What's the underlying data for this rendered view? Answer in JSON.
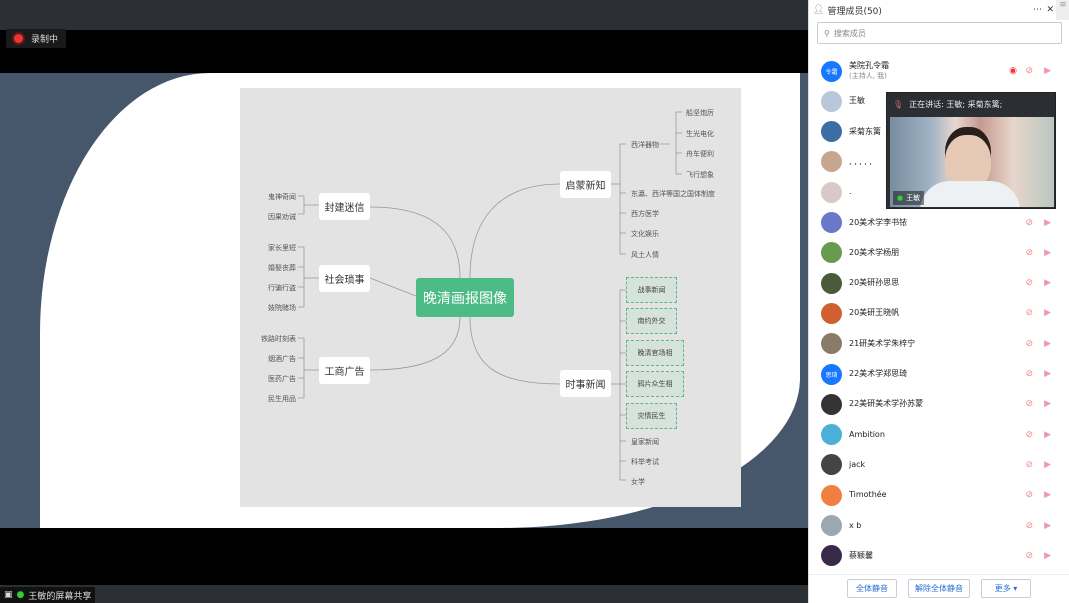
{
  "recording": {
    "label": "录制中"
  },
  "screen_share": {
    "label": "王敏的屏幕共享"
  },
  "mindmap": {
    "center": "晚清画报图像",
    "left": [
      {
        "label": "封建迷信",
        "leaves": [
          "鬼神奇闻",
          "因果劝诫"
        ]
      },
      {
        "label": "社会琐事",
        "leaves": [
          "家长里短",
          "婚娶丧葬",
          "行骗行盗",
          "妓院赌场"
        ]
      },
      {
        "label": "工商广告",
        "leaves": [
          "铁路时刻表",
          "烟酒广告",
          "医药广告",
          "民生用品"
        ]
      }
    ],
    "right": [
      {
        "label": "启蒙新知",
        "sub": {
          "label": "西洋器物",
          "leaves": [
            "船坚炮厉",
            "生光电化",
            "舟车便利",
            "飞行想象"
          ]
        },
        "leaves": [
          "东瀛、西洋等国之国体制度",
          "西方医学",
          "文化娱乐",
          "风土人情"
        ]
      },
      {
        "label": "时事新闻",
        "highlighted": [
          "战事新闻",
          "南约外交",
          "晚清官场相",
          "鸦片众生相",
          "灾情民生"
        ],
        "leaves": [
          "皇家新闻",
          "科举考试",
          "女学"
        ]
      }
    ]
  },
  "panel": {
    "title": "管理成员(50)",
    "search_placeholder": "搜索成员",
    "members": [
      {
        "name": "美院孔令霜",
        "sub": "(主持人, 我)",
        "avatar_text": "令霜",
        "color": "#1677ff"
      },
      {
        "name": "王敏",
        "color": "#b8c8d8"
      },
      {
        "name": "采菊东篱",
        "color": "#3b6ea5"
      },
      {
        "name": ", , , , ,",
        "color": "#c7a690"
      },
      {
        "name": ".",
        "color": "#d8c8c8"
      },
      {
        "name": "20美术学李书铱",
        "color": "#6a78c8"
      },
      {
        "name": "20美术学杨朋",
        "color": "#6a9a50"
      },
      {
        "name": "20美研孙思思",
        "color": "#4a5a3a"
      },
      {
        "name": "20美研王晓帆",
        "color": "#d06030"
      },
      {
        "name": "21研美术学朱梓宁",
        "color": "#8a7a6a"
      },
      {
        "name": "22美术学郑思琦",
        "avatar_text": "思琦",
        "color": "#1677ff"
      },
      {
        "name": "22美研美术学孙苏蒙",
        "color": "#333333"
      },
      {
        "name": "Ambition",
        "color": "#4ab0d8"
      },
      {
        "name": "jack",
        "color": "#444444"
      },
      {
        "name": "Timothée",
        "color": "#f08040"
      },
      {
        "name": "x b",
        "color": "#9aa8b0"
      },
      {
        "name": "蔡颖馨",
        "color": "#3a2a4a"
      }
    ],
    "footer": {
      "mute_all": "全体静音",
      "unmute_all": "解除全体静音",
      "more": "更多 ▾"
    }
  },
  "video": {
    "speaking": "正在讲话: 王敏; 采菊东篱;",
    "name": "王敏"
  }
}
